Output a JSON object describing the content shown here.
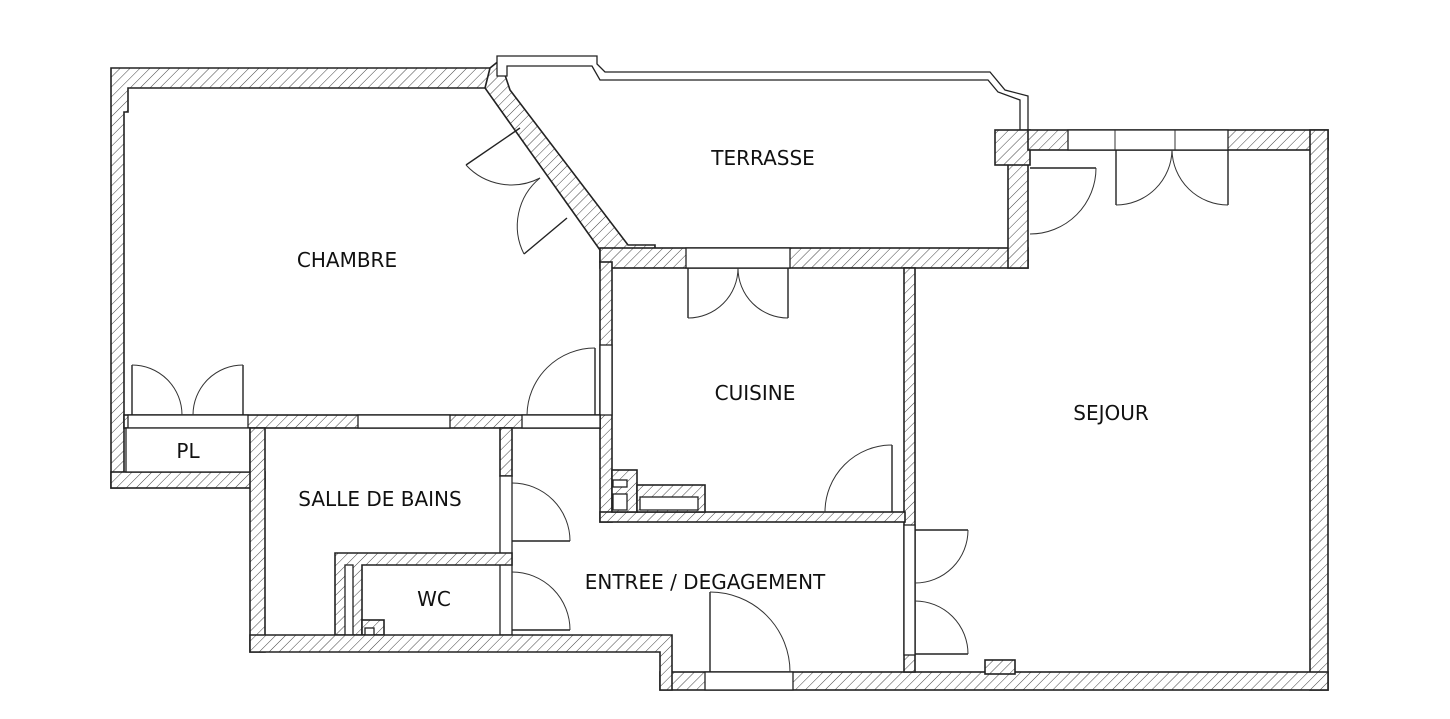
{
  "rooms": {
    "chambre": "CHAMBRE",
    "terrasse": "TERRASSE",
    "cuisine": "CUISINE",
    "sejour": "SEJOUR",
    "pl": "PL",
    "salle_de_bains": "SALLE DE BAINS",
    "wc": "WC",
    "entree": "ENTREE / DEGAGEMENT"
  },
  "colors": {
    "wall_stroke": "#222222",
    "background": "#ffffff"
  }
}
